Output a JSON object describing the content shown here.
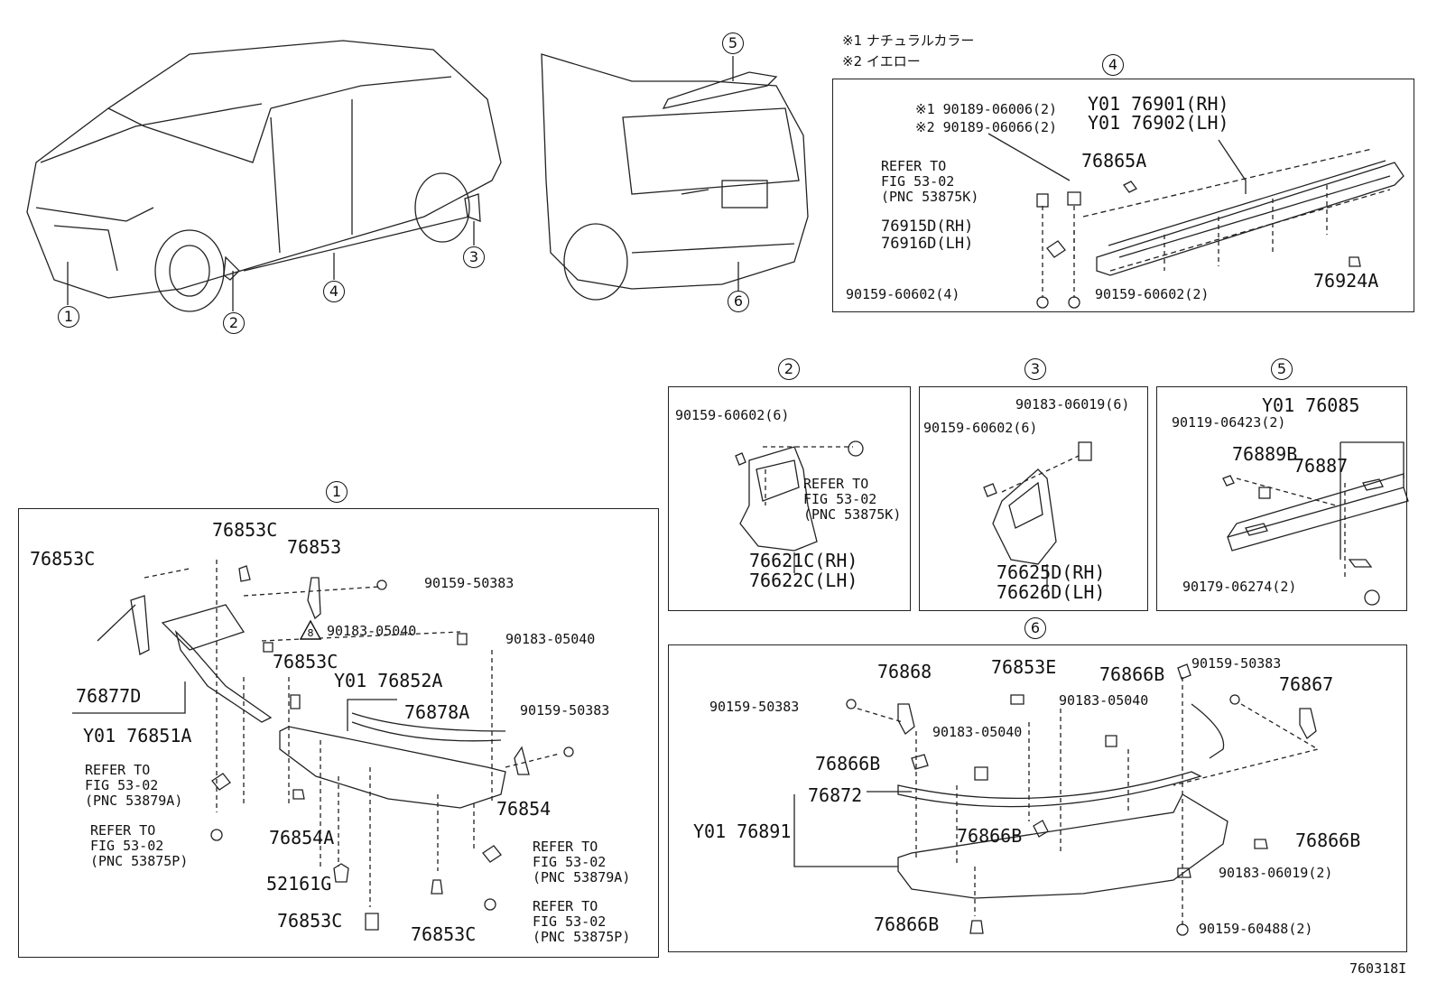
{
  "notes": {
    "note1": "※1 ナチュラルカラー",
    "note2": "※2 イエロー"
  },
  "callouts": [
    "1",
    "2",
    "3",
    "4",
    "5",
    "6"
  ],
  "panel4": {
    "parts": {
      "p1": "※1 90189-06006(2)",
      "p2": "※2 90189-06066(2)",
      "p3": "Y01 76901(RH)",
      "p4": "Y01 76902(LH)",
      "p5": "76865A",
      "p6": "REFER TO\nFIG 53-02\n(PNC 53875K)",
      "p7": "76915D(RH)\n76916D(LH)",
      "p8": "90159-60602(4)",
      "p9": "90159-60602(2)",
      "p10": "76924A"
    }
  },
  "panel2": {
    "parts": {
      "p1": "90159-60602(6)",
      "p2": "REFER TO\nFIG 53-02\n(PNC 53875K)",
      "p3": "76621C(RH)\n76622C(LH)"
    }
  },
  "panel3": {
    "parts": {
      "p1": "90183-06019(6)",
      "p2": "90159-60602(6)",
      "p3": "76625D(RH)\n76626D(LH)"
    }
  },
  "panel5": {
    "parts": {
      "p1": "Y01 76085",
      "p2": "90119-06423(2)",
      "p3": "76889B",
      "p4": "76887",
      "p5": "90179-06274(2)"
    }
  },
  "panel1": {
    "parts": {
      "p1": "76853C",
      "p2": "76853C",
      "p3": "76853",
      "p4": "90159-50383",
      "p5": "8",
      "p6": "90183-05040",
      "p7": "90183-05040",
      "p8": "76853C",
      "p9": "76877D",
      "p10": "Y01 76852A",
      "p11": "76878A",
      "p12": "Y01 76851A",
      "p13": "90159-50383",
      "p14": "REFER TO\nFIG 53-02\n(PNC 53879A)",
      "p15": "76854",
      "p16": "REFER TO\nFIG 53-02\n(PNC 53875P)",
      "p17": "76854A",
      "p18": "REFER TO\nFIG 53-02\n(PNC 53879A)",
      "p19": "52161G",
      "p20": "REFER TO\nFIG 53-02\n(PNC 53875P)",
      "p21": "76853C",
      "p22": "76853C"
    }
  },
  "panel6": {
    "parts": {
      "p1": "76868",
      "p2": "76853E",
      "p3": "76866B",
      "p4": "90159-50383",
      "p5": "90159-50383",
      "p6": "90183-05040",
      "p7": "76867",
      "p8": "90183-05040",
      "p9": "76866B",
      "p10": "76872",
      "p11": "Y01 76891",
      "p12": "76866B",
      "p13": "76866B",
      "p14": "90183-06019(2)",
      "p15": "76866B",
      "p16": "90159-60488(2)"
    }
  },
  "figure_id": "760318I"
}
